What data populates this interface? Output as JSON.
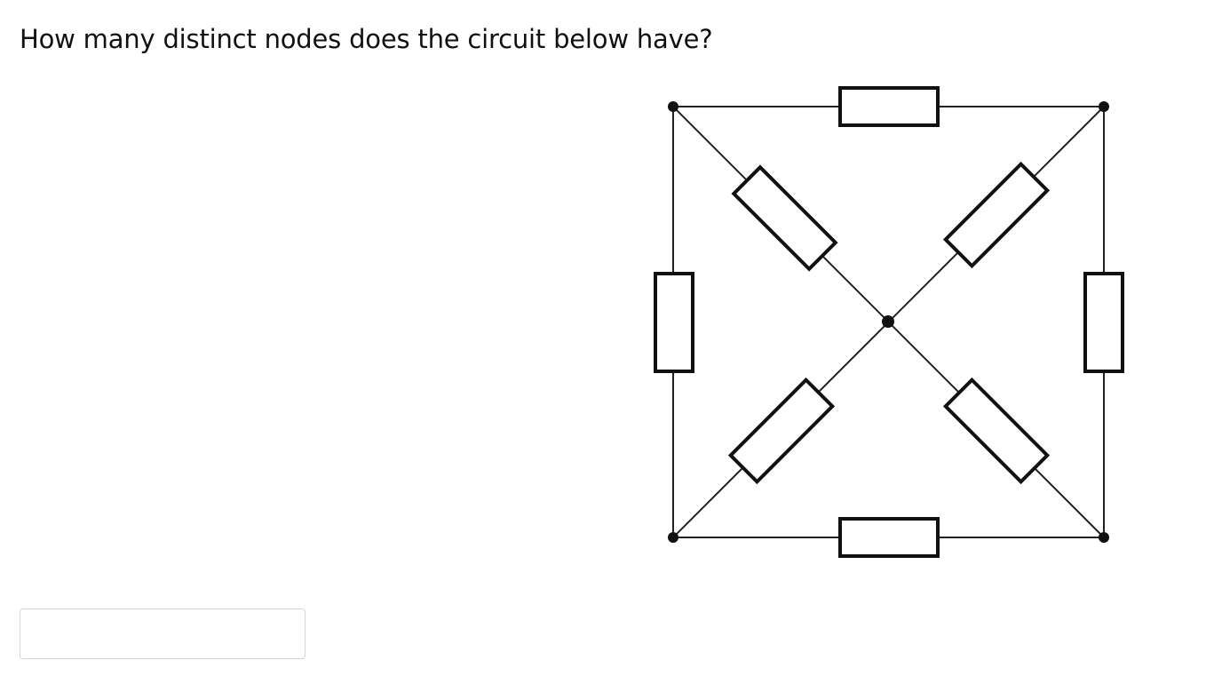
{
  "question": {
    "text": "How many distinct nodes does the circuit below have?"
  },
  "answer": {
    "value": "",
    "placeholder": ""
  },
  "circuit": {
    "resistor_count": 8,
    "dot_count": 5,
    "wire_color": "#222222",
    "resistor_fill": "#ffffff"
  }
}
